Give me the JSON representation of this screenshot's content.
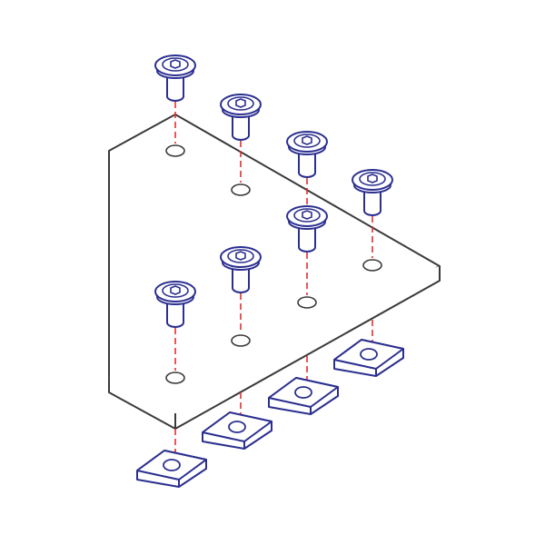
{
  "diagram": {
    "subject": "plate-with-screws-and-nuts",
    "colors": {
      "plate_stroke": "#3a3a3a",
      "hardware_stroke": "#2b2f8f",
      "hardware_fill": "#ffffff",
      "guide_line": "#e0302f",
      "background": "#ffffff"
    },
    "screw_icon": "button-head-socket-screw-icon",
    "nut_icon": "slot-t-nut-icon",
    "plate_icon": "triangular-joining-plate-icon",
    "counts": {
      "screws": 7,
      "holes": 7,
      "t_nuts": 4
    }
  }
}
